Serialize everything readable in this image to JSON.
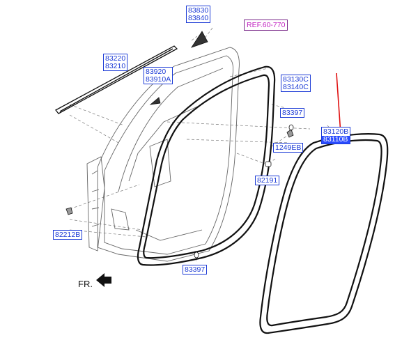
{
  "diagram": {
    "ref_label": "REF.60-770",
    "front_label": "FR.",
    "parts": {
      "p83830": [
        "83830",
        "83840"
      ],
      "p83220": [
        "83220",
        "83210"
      ],
      "p83920": [
        "83920",
        "83910A"
      ],
      "p83130": [
        "83130C",
        "83140C"
      ],
      "p83397a": [
        "83397"
      ],
      "p83120": [
        "83120B",
        "83110B"
      ],
      "p1249": [
        "1249EB"
      ],
      "p82191": [
        "82191"
      ],
      "p82212": [
        "82212B"
      ],
      "p83397b": [
        "83397"
      ]
    },
    "colors": {
      "label_border": "#1c3bd6",
      "label_text": "#1c3bd6",
      "highlight_bg": "#2a4bff",
      "ref_text": "#c020c0",
      "pointer_arrow": "#e01010",
      "line_art": "#555555"
    }
  }
}
